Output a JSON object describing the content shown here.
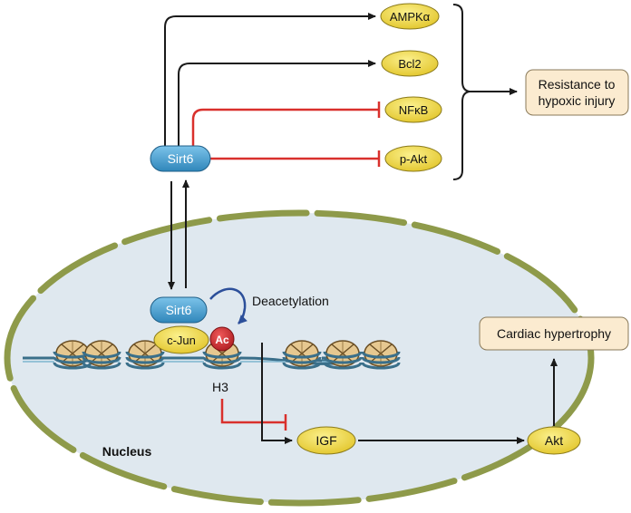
{
  "labels": {
    "sirt6_top": "Sirt6",
    "ampk": "AMPKα",
    "bcl2": "Bcl2",
    "nfkb": "NFκB",
    "pakt": "p-Akt",
    "resistance_line1": "Resistance to",
    "resistance_line2": "hypoxic injury",
    "sirt6_nucleus": "Sirt6",
    "cjun": "c-Jun",
    "ac": "Ac",
    "deacetylation": "Deacetylation",
    "h3": "H3",
    "igf": "IGF",
    "akt": "Akt",
    "cardiac_hypertrophy": "Cardiac hypertrophy",
    "nucleus": "Nucleus"
  },
  "colors": {
    "sirt6_fill": "#4aa3d4",
    "protein_fill": "#f2dc3c",
    "outcome_fill": "#fbebd0",
    "nucleus_fill": "#dfe8ef",
    "nucleus_border": "#8e9a4a",
    "inhibit": "#d9302c",
    "activate": "#1a1a1a",
    "ac_fill": "#c9272d",
    "curve_arrow": "#2c4f9a",
    "dna": "#3a6f8a"
  },
  "icons": {
    "activation": "arrow-head",
    "inhibition": "t-bar",
    "nucleosome": "histone-spool"
  }
}
